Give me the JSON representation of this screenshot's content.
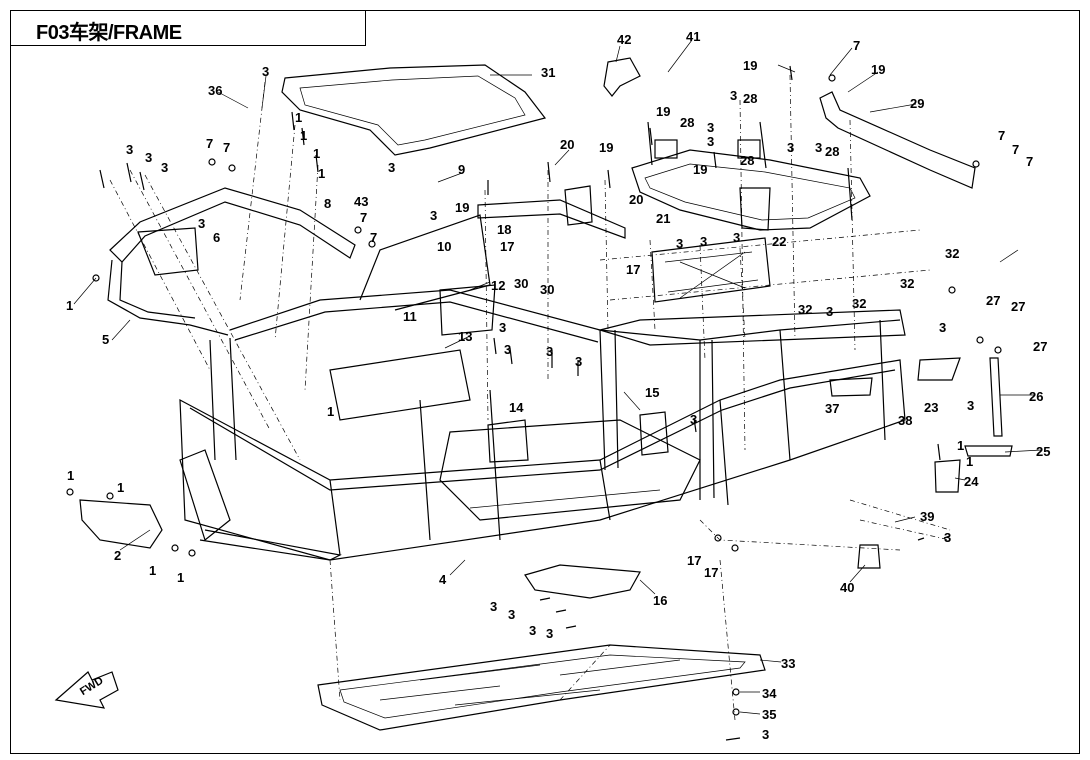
{
  "title": "F03车架/FRAME",
  "fwd_label": "FWD",
  "callouts": [
    "1",
    "2",
    "3",
    "4",
    "5",
    "6",
    "7",
    "8",
    "9",
    "10",
    "11",
    "12",
    "13",
    "14",
    "15",
    "16",
    "17",
    "18",
    "19",
    "20",
    "21",
    "22",
    "23",
    "24",
    "25",
    "26",
    "27",
    "28",
    "29",
    "30",
    "31",
    "32",
    "33",
    "34",
    "35",
    "36",
    "37",
    "38",
    "39",
    "40",
    "41",
    "42",
    "43"
  ]
}
